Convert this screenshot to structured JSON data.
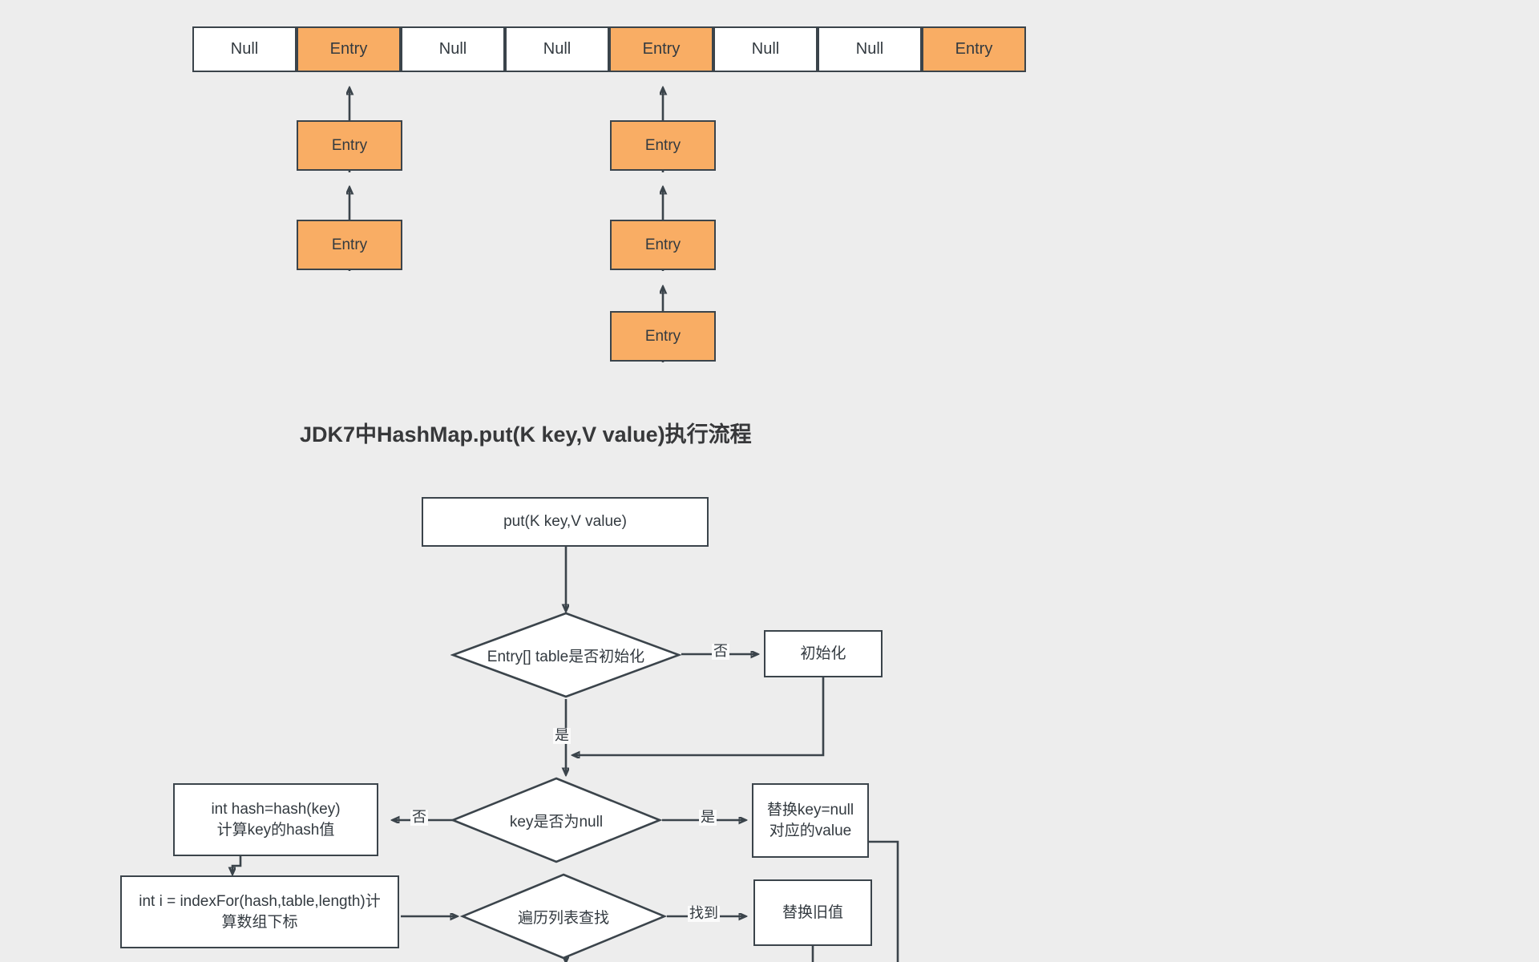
{
  "colors": {
    "background": "#ededed",
    "entry_fill": "#f9ad64",
    "null_fill": "#ffffff",
    "stroke": "#3b444b",
    "text": "#333a40",
    "title_text": "#37383a"
  },
  "hash_table": {
    "buckets": [
      {
        "label": "Null",
        "filled": false
      },
      {
        "label": "Entry",
        "filled": true
      },
      {
        "label": "Null",
        "filled": false
      },
      {
        "label": "Null",
        "filled": false
      },
      {
        "label": "Entry",
        "filled": true
      },
      {
        "label": "Null",
        "filled": false
      },
      {
        "label": "Null",
        "filled": false
      },
      {
        "label": "Entry",
        "filled": true
      }
    ],
    "chains": [
      {
        "bucket_index": 1,
        "nodes": [
          {
            "label": "Entry"
          },
          {
            "label": "Entry"
          }
        ]
      },
      {
        "bucket_index": 4,
        "nodes": [
          {
            "label": "Entry"
          },
          {
            "label": "Entry"
          },
          {
            "label": "Entry"
          }
        ]
      }
    ]
  },
  "flowchart": {
    "title": "JDK7中HashMap.put(K key,V value)执行流程",
    "nodes": {
      "start": {
        "label": "put(K key,V value)"
      },
      "table_init": {
        "label": "Entry[] table是否初始化"
      },
      "init": {
        "label": "初始化"
      },
      "key_null": {
        "label": "key是否为null"
      },
      "replace_null": {
        "label": "替换key=null\n对应的value"
      },
      "calc_hash": {
        "label": "int hash=hash(key)\n计算key的hash值"
      },
      "index_for": {
        "label": "int i = indexFor(hash,table,length)计\n算数组下标"
      },
      "traverse": {
        "label": "遍历列表查找"
      },
      "replace_old": {
        "label": "替换旧值"
      }
    },
    "edge_labels": {
      "table_init_no": "否",
      "table_init_yes": "是",
      "key_null_no": "否",
      "key_null_yes": "是",
      "traverse_found": "找到"
    }
  }
}
